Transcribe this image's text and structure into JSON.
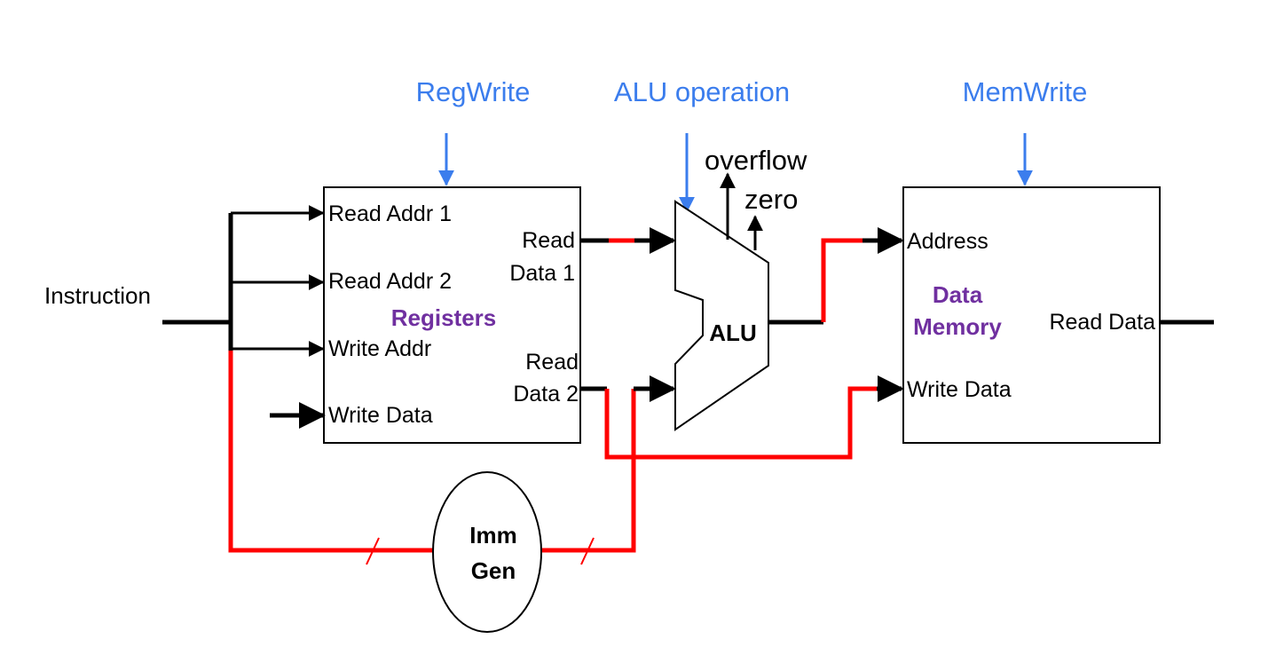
{
  "control_signals": {
    "regwrite": "RegWrite",
    "alu_operation": "ALU operation",
    "memwrite": "MemWrite"
  },
  "input": {
    "instruction": "Instruction",
    "write_data": "Write Data"
  },
  "registers": {
    "title": "Registers",
    "read_addr_1": "Read Addr 1",
    "read_addr_2": "Read Addr 2",
    "write_addr": "Write Addr",
    "write_data": "Write Data",
    "read_data_1_line1": "Read",
    "read_data_1_line2": "Data 1",
    "read_data_2_line1": "Read",
    "read_data_2_line2": "Data 2"
  },
  "alu": {
    "label": "ALU",
    "overflow": "overflow",
    "zero": "zero"
  },
  "data_memory": {
    "title_line1": "Data",
    "title_line2": "Memory",
    "address": "Address",
    "write_data": "Write Data",
    "read_data": "Read Data"
  },
  "imm_gen": {
    "line1": "Imm",
    "line2": "Gen"
  },
  "colors": {
    "control": "#3b7ded",
    "highlight_path": "#ff0000",
    "block_title": "#7030a0",
    "wire": "#000000"
  }
}
